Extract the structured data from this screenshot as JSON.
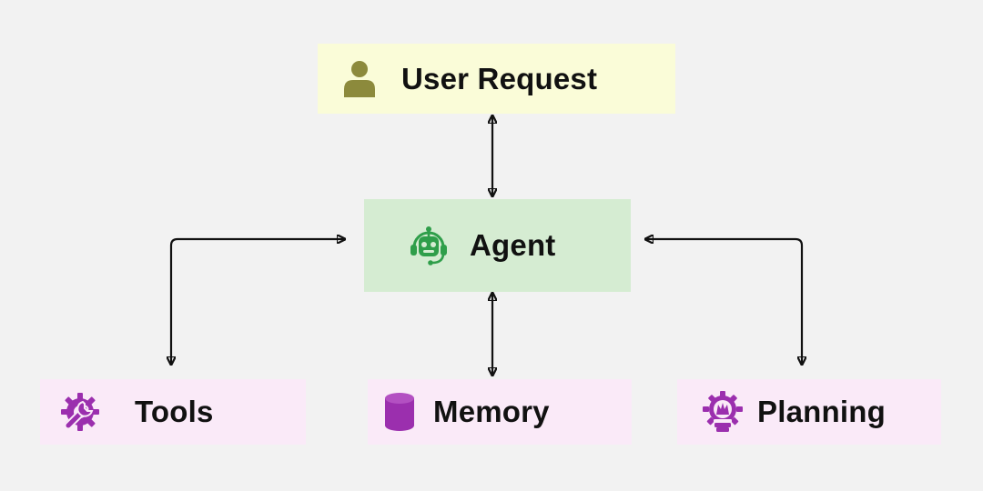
{
  "diagram": {
    "nodes": {
      "user_request": {
        "label": "User Request",
        "icon": "user-icon",
        "fill": "#fafcd8",
        "icon_color": "#8c8a3c"
      },
      "agent": {
        "label": "Agent",
        "icon": "robot-icon",
        "fill": "#d5ecd2",
        "icon_color": "#2f9e4a"
      },
      "tools": {
        "label": "Tools",
        "icon": "wrench-gear-icon",
        "fill": "#faeaf8",
        "icon_color": "#9b2fae"
      },
      "memory": {
        "label": "Memory",
        "icon": "database-icon",
        "fill": "#faeaf8",
        "icon_color": "#9b2fae"
      },
      "planning": {
        "label": "Planning",
        "icon": "planning-gear-icon",
        "fill": "#faeaf8",
        "icon_color": "#9b2fae"
      }
    },
    "edges": [
      {
        "from": "user_request",
        "to": "agent",
        "direction": "both"
      },
      {
        "from": "agent",
        "to": "memory",
        "direction": "both"
      },
      {
        "from": "tools",
        "to": "agent",
        "direction": "both"
      },
      {
        "from": "agent",
        "to": "planning",
        "direction": "both"
      }
    ]
  }
}
